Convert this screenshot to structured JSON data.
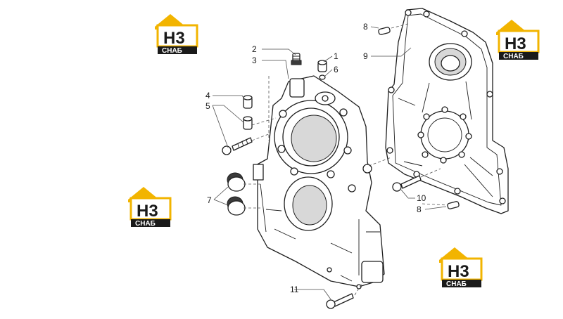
{
  "watermark": {
    "mark": "H3",
    "text": "СНАБ",
    "colors": {
      "roof": "#f2b400",
      "text_bg": "#1a1a1a",
      "text": "#ffffff",
      "mark": "#1a1a1a"
    }
  },
  "callouts": {
    "c1": "1",
    "c2": "2",
    "c3": "3",
    "c4": "4",
    "c5": "5",
    "c6": "6",
    "c7": "7",
    "c8a": "8",
    "c9": "9",
    "c10": "10",
    "c8b": "8",
    "c11": "11"
  }
}
